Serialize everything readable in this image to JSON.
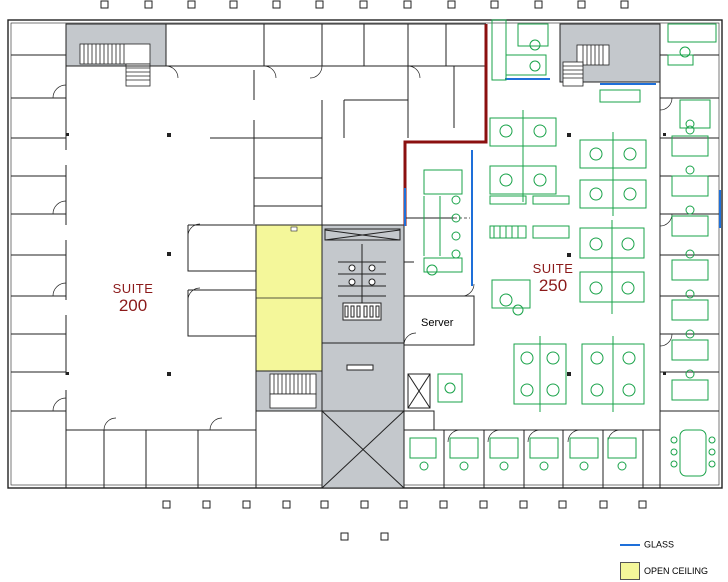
{
  "suites": [
    {
      "name": "SUITE",
      "number": "200"
    },
    {
      "name": "SUITE",
      "number": "250"
    }
  ],
  "rooms": {
    "server": "Server"
  },
  "legend": {
    "glass": "GLASS",
    "open_ceiling": "OPEN CEILING"
  },
  "colors": {
    "walls": "#222222",
    "core_fill": "#c4c8cc",
    "open_ceiling_fill": "#f4f79a",
    "glass": "#1e6fd9",
    "furniture": "#1aa34a",
    "suite_boundary": "#8b1010",
    "suite_label": "#8b1a1a"
  }
}
